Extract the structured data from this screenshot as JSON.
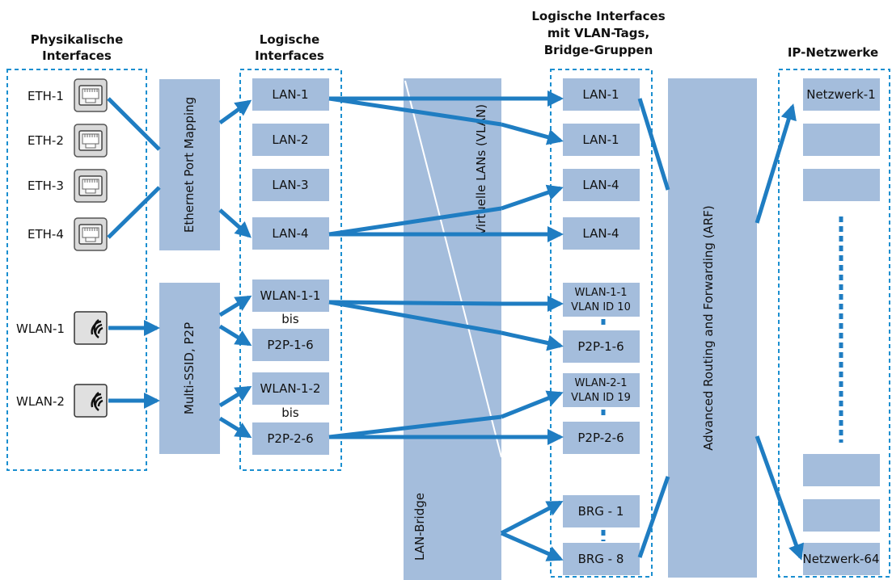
{
  "headers": {
    "physical": [
      "Physikalische",
      "Interfaces"
    ],
    "logical": [
      "Logische",
      "Interfaces"
    ],
    "vlan": [
      "Logische Interfaces",
      "mit VLAN-Tags,",
      "Bridge-Gruppen"
    ],
    "ip": [
      "IP-Netzwerke"
    ]
  },
  "physical_eth": [
    "ETH-1",
    "ETH-2",
    "ETH-3",
    "ETH-4"
  ],
  "physical_wlan": [
    "WLAN-1",
    "WLAN-2"
  ],
  "mapping": {
    "eth": "Ethernet Port Mapping",
    "wlan": "Multi-SSID, P2P"
  },
  "logical": [
    "LAN-1",
    "LAN-2",
    "LAN-3",
    "LAN-4",
    "WLAN-1-1",
    "P2P-1-6",
    "WLAN-1-2",
    "P2P-2-6"
  ],
  "bis": "bis",
  "vlan_block": "Virtuelle LANs (VLAN)",
  "bridge_block": "LAN-Bridge",
  "vlan_interfaces": {
    "lan": [
      "LAN-1",
      "LAN-1",
      "LAN-4",
      "LAN-4"
    ],
    "wlan1": [
      "WLAN-1-1",
      "VLAN ID 10"
    ],
    "p2p1": "P2P-1-6",
    "wlan2": [
      "WLAN-2-1",
      "VLAN ID 19"
    ],
    "p2p2": "P2P-2-6",
    "brg": [
      "BRG - 1",
      "BRG - 8"
    ]
  },
  "arf": "Advanced Routing and Forwarding (ARF)",
  "networks": {
    "first": "Netzwerk-1",
    "last": "Netzwerk-64"
  },
  "colors": {
    "box": "#a4bddc",
    "arrow": "#1f7dc2",
    "dashed_border": "#1b8fd0"
  },
  "icons": {
    "eth_port": "ethernet-port-icon",
    "wlan": "wlan-antenna-icon"
  }
}
